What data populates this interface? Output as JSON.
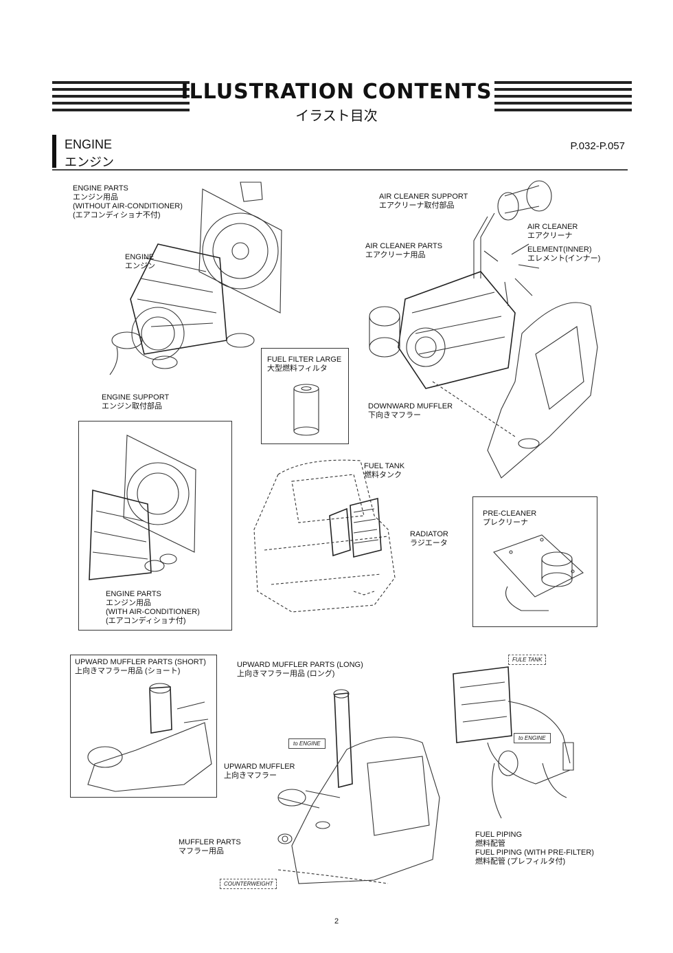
{
  "header": {
    "title_en": "ILLUSTRATION CONTENTS",
    "title_jp": "イラスト目次"
  },
  "section": {
    "name_en": "ENGINE",
    "name_jp": "エンジン",
    "pages": "P.032-P.057"
  },
  "labels": {
    "engine_parts_wo": [
      "ENGINE PARTS",
      "エンジン用品",
      "(WITHOUT AIR-CONDITIONER)",
      "(エアコンディショナ不付)"
    ],
    "engine": [
      "ENGINE",
      "エンジン"
    ],
    "engine_support": [
      "ENGINE SUPPORT",
      "エンジン取付部品"
    ],
    "fuel_filter": [
      "FUEL FILTER LARGE",
      "大型燃料フィルタ"
    ],
    "air_cleaner_support": [
      "AIR CLEANER SUPPORT",
      "エアクリーナ取付部品"
    ],
    "air_cleaner": [
      "AIR CLEANER",
      "エアクリーナ"
    ],
    "element_inner": [
      "ELEMENT(INNER)",
      "エレメント(インナー)"
    ],
    "air_cleaner_parts": [
      "AIR CLEANER PARTS",
      "エアクリーナ用品"
    ],
    "downward_muffler": [
      "DOWNWARD MUFFLER",
      "下向きマフラー"
    ],
    "engine_parts_with": [
      "ENGINE PARTS",
      "エンジン用品",
      "(WITH AIR-CONDITIONER)",
      "(エアコンディショナ付)"
    ],
    "fuel_tank": [
      "FUEL TANK",
      "燃料タンク"
    ],
    "radiator": [
      "RADIATOR",
      "ラジエータ"
    ],
    "pre_cleaner": [
      "PRE-CLEANER",
      "プレクリーナ"
    ],
    "upward_muffler_short": [
      "UPWARD MUFFLER PARTS (SHORT)",
      "上向きマフラー用品 (ショート)"
    ],
    "upward_muffler_long": [
      "UPWARD MUFFLER PARTS (LONG)",
      "上向きマフラー用品 (ロング)"
    ],
    "upward_muffler": [
      "UPWARD MUFFLER",
      "上向きマフラー"
    ],
    "muffler_parts": [
      "MUFFLER PARTS",
      "マフラー用品"
    ],
    "counterweight": "COUNTERWEIGHT",
    "to_engine_1": "to ENGINE",
    "to_engine_2": "to ENGINE",
    "fule_tank_tag": "FULE TANK",
    "fuel_piping": [
      "FUEL PIPING",
      "燃料配管",
      "FUEL PIPING (WITH PRE-FILTER)",
      "燃料配管 (プレフィルタ付)"
    ]
  },
  "page_number": "2"
}
